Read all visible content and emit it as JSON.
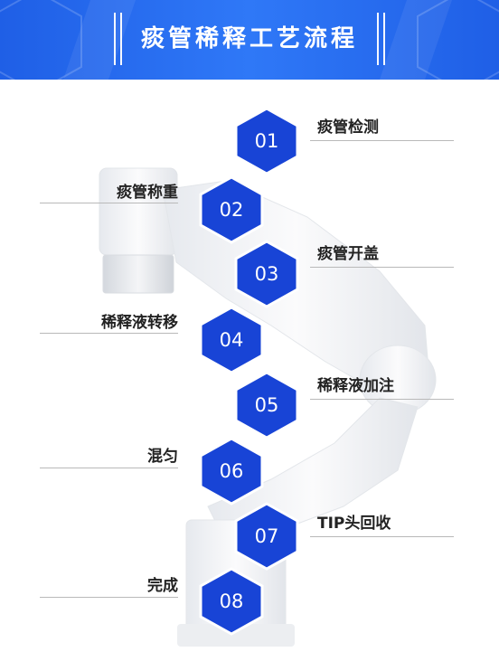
{
  "header": {
    "title": "痰管稀释工艺流程"
  },
  "colors": {
    "header_blue": "#2a6ef2",
    "hex_blue": "#1844d6",
    "hex_blue_light": "#3468f0",
    "label": "#222222"
  },
  "steps": [
    {
      "number": "01",
      "label": "痰管检测"
    },
    {
      "number": "02",
      "label": "痰管称重"
    },
    {
      "number": "03",
      "label": "痰管开盖"
    },
    {
      "number": "04",
      "label": "稀释液转移"
    },
    {
      "number": "05",
      "label": "稀释液加注"
    },
    {
      "number": "06",
      "label": "混匀"
    },
    {
      "number": "07",
      "label": "TIP头回收"
    },
    {
      "number": "08",
      "label": "完成"
    }
  ]
}
